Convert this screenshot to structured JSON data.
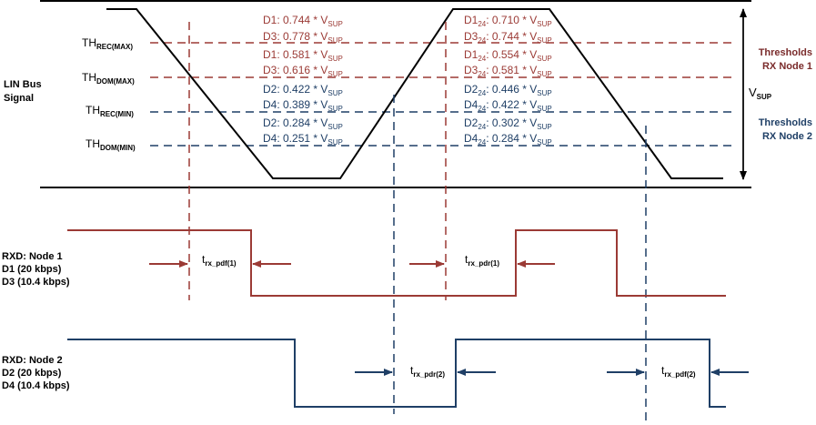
{
  "bus": {
    "label_line1": "LIN Bus",
    "label_line2": "Signal",
    "vsup_main": "V",
    "vsup_sub": "SUP"
  },
  "thresholds": {
    "rec_max": {
      "main": "TH",
      "sub": "REC(MAX)"
    },
    "dom_max": {
      "main": "TH",
      "sub": "DOM(MAX)"
    },
    "rec_min": {
      "main": "TH",
      "sub": "REC(MIN)"
    },
    "dom_min": {
      "main": "TH",
      "sub": "DOM(MIN)"
    }
  },
  "equations_left": [
    {
      "label": "D1",
      "label_sub": "",
      "value": ": 0.744 * V",
      "value_sub": "SUP",
      "color": "red"
    },
    {
      "label": "D3",
      "label_sub": "",
      "value": ": 0.778 * V",
      "value_sub": "SUP",
      "color": "red"
    },
    {
      "label": "D1",
      "label_sub": "",
      "value": ": 0.581 * V",
      "value_sub": "SUP",
      "color": "red"
    },
    {
      "label": "D3",
      "label_sub": "",
      "value": ": 0.616 * V",
      "value_sub": "SUP",
      "color": "red"
    },
    {
      "label": "D2",
      "label_sub": "",
      "value": ": 0.422 * V",
      "value_sub": "SUP",
      "color": "blue"
    },
    {
      "label": "D4",
      "label_sub": "",
      "value": ": 0.389 * V",
      "value_sub": "SUP",
      "color": "blue"
    },
    {
      "label": "D2",
      "label_sub": "",
      "value": ": 0.284 * V",
      "value_sub": "SUP",
      "color": "blue"
    },
    {
      "label": "D4",
      "label_sub": "",
      "value": ": 0.251 * V",
      "value_sub": "SUP",
      "color": "blue"
    }
  ],
  "equations_right": [
    {
      "label": "D1",
      "label_sub": "24",
      "value": ": 0.710 * V",
      "value_sub": "SUP",
      "color": "red"
    },
    {
      "label": "D3",
      "label_sub": "24",
      "value": ": 0.744 * V",
      "value_sub": "SUP",
      "color": "red"
    },
    {
      "label": "D1",
      "label_sub": "24",
      "value": ": 0.554 * V",
      "value_sub": "SUP",
      "color": "red"
    },
    {
      "label": "D3",
      "label_sub": "24",
      "value": ": 0.581 * V",
      "value_sub": "SUP",
      "color": "red"
    },
    {
      "label": "D2",
      "label_sub": "24",
      "value": ": 0.446 * V",
      "value_sub": "SUP",
      "color": "blue"
    },
    {
      "label": "D4",
      "label_sub": "24",
      "value": ": 0.422 * V",
      "value_sub": "SUP",
      "color": "blue"
    },
    {
      "label": "D2",
      "label_sub": "24",
      "value": ": 0.302 * V",
      "value_sub": "SUP",
      "color": "blue"
    },
    {
      "label": "D4",
      "label_sub": "24",
      "value": ": 0.284 * V",
      "value_sub": "SUP",
      "color": "blue"
    }
  ],
  "legend": {
    "node1_line1": "Thresholds",
    "node1_line2": "RX Node 1",
    "node2_line1": "Thresholds",
    "node2_line2": "RX Node 2"
  },
  "rxd1": {
    "line1": "RXD: Node 1",
    "line2": "D1 (20 kbps)",
    "line3": "D3 (10.4 kbps)"
  },
  "rxd2": {
    "line1": "RXD: Node 2",
    "line2": "D2 (20 kbps)",
    "line3": "D4 (10.4 kbps)"
  },
  "timing": {
    "pdf1": {
      "main": "t",
      "sub": "rx_pdf(1)"
    },
    "pdr1": {
      "main": "t",
      "sub": "rx_pdr(1)"
    },
    "pdr2": {
      "main": "t",
      "sub": "rx_pdr(2)"
    },
    "pdf2": {
      "main": "t",
      "sub": "rx_pdf(2)"
    }
  },
  "colors": {
    "node1": "#9b3a35",
    "node2": "#1f3f66",
    "bus": "#000000"
  }
}
